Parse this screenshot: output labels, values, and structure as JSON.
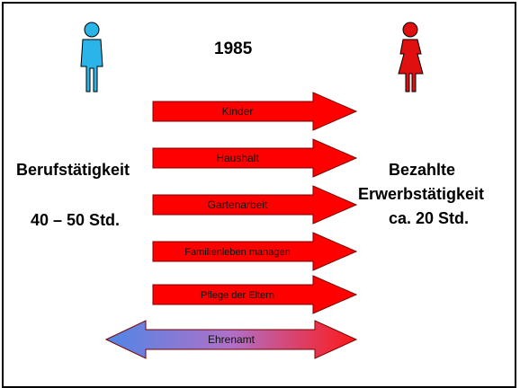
{
  "title": "1985",
  "left": {
    "label": "Berufstätigkeit",
    "hours": "40 – 50 Std."
  },
  "right": {
    "label_line1": "Bezahlte",
    "label_line2": "Erwerbstätigkeit",
    "hours": "ca. 20 Std."
  },
  "arrows": [
    {
      "label": "Kinder",
      "direction": "right",
      "style": "red"
    },
    {
      "label": "Haushalt",
      "direction": "right",
      "style": "red"
    },
    {
      "label": "Gartenarbeit",
      "direction": "right",
      "style": "red"
    },
    {
      "label": "Familienleben managen",
      "direction": "right",
      "style": "red"
    },
    {
      "label": "Pflege der Eltern",
      "direction": "right",
      "style": "red"
    },
    {
      "label": "Ehrenamt",
      "direction": "both",
      "style": "blue-red-gradient"
    }
  ],
  "figures": [
    {
      "name": "man-icon",
      "color": "#2ab4e8"
    },
    {
      "name": "woman-icon",
      "color": "#e01010"
    }
  ],
  "colors": {
    "arrow_red": "#ff0000",
    "gradient_left": "#5a8ee8",
    "gradient_right": "#ff1a1a",
    "border": "#000000"
  }
}
